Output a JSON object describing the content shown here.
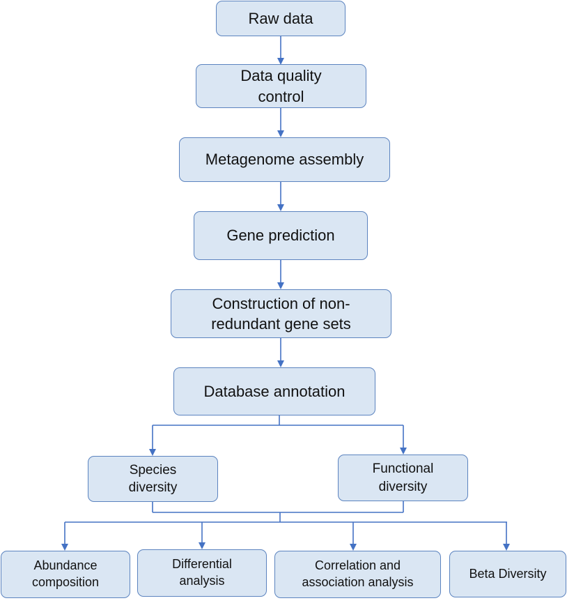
{
  "colors": {
    "box_fill": "#dae6f3",
    "box_border": "#5b83bf",
    "connector": "#4472c4",
    "text": "#111111"
  },
  "nodes": {
    "raw_data": {
      "lines": [
        "Raw data"
      ]
    },
    "quality_control": {
      "lines": [
        "Data quality",
        "control"
      ]
    },
    "assembly": {
      "lines": [
        "Metagenome assembly"
      ]
    },
    "gene_prediction": {
      "lines": [
        "Gene prediction"
      ]
    },
    "gene_sets": {
      "lines": [
        "Construction of non-",
        "redundant gene sets"
      ]
    },
    "annotation": {
      "lines": [
        "Database annotation"
      ]
    },
    "species_diversity": {
      "lines": [
        "Species",
        "diversity"
      ]
    },
    "functional_diversity": {
      "lines": [
        "Functional",
        "diversity"
      ]
    },
    "abundance": {
      "lines": [
        "Abundance",
        "composition"
      ]
    },
    "differential": {
      "lines": [
        "Differential",
        "analysis"
      ]
    },
    "correlation": {
      "lines": [
        "Correlation and",
        "association analysis"
      ]
    },
    "beta": {
      "lines": [
        "Beta Diversity"
      ]
    }
  }
}
